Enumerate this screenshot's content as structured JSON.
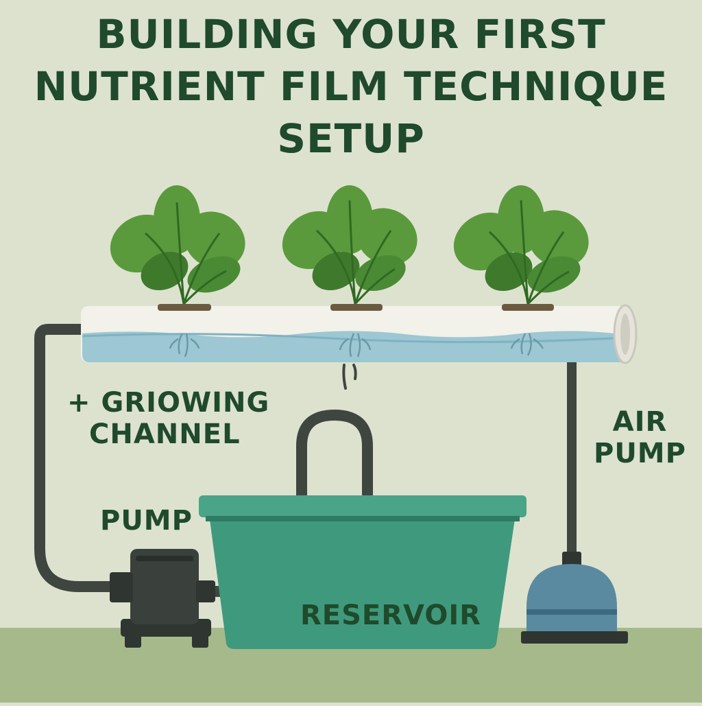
{
  "title": {
    "line1": "BUILDING YOUR FIRST",
    "line2": "NUTRIENT FILM TECHNIQUE",
    "line3": "SETUP"
  },
  "labels": {
    "growing_channel_line1": "+ GRIOWING",
    "growing_channel_line2": "CHANNEL",
    "air_pump_line1": "AIR",
    "air_pump_line2": "PUMP",
    "pump": "PUMP",
    "reservoir": "RESERVOIR"
  },
  "colors": {
    "background": "#dde2cf",
    "floor": "#a6b98b",
    "text": "#1f4a2b",
    "leaf": "#5a9a3c",
    "leaf_dark": "#3f7a2c",
    "channel": "#f2f1ea",
    "water": "#9cc7d3",
    "tubing": "#3f4640",
    "reservoir": "#3f9a7d",
    "air_pump": "#5a8aa0"
  }
}
